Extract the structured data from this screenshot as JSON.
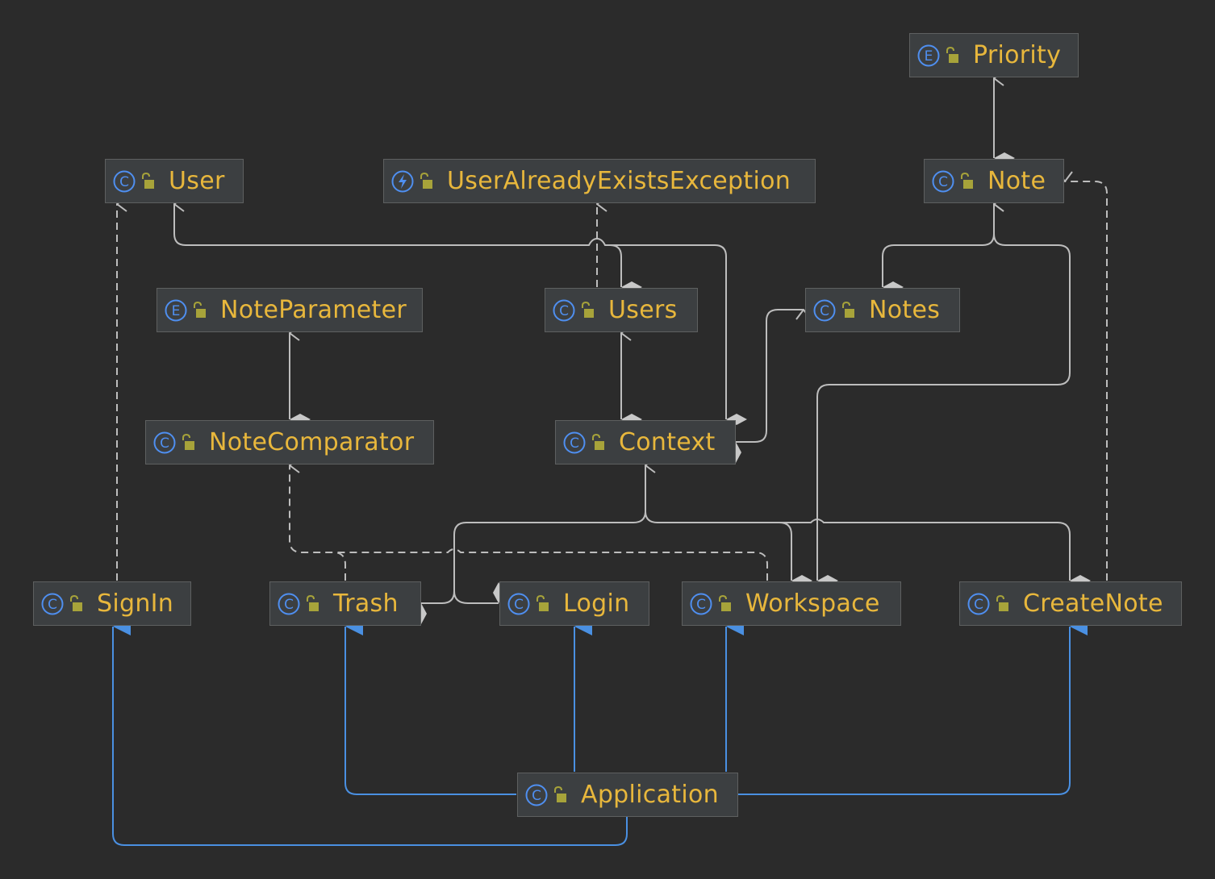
{
  "diagram": {
    "colors": {
      "background": "#2b2b2b",
      "node_fill": "#3c3f41",
      "node_border": "#5e6060",
      "label": "#e8b73c",
      "kind_icon": "#4f8ff0",
      "lock_icon": "#a7a33a",
      "edge": "#bdbdbd",
      "inheritance_edge": "#4a90e2"
    },
    "nodes": {
      "priority": {
        "label": "Priority",
        "kind": "enum",
        "kind_letter": "E"
      },
      "user": {
        "label": "User",
        "kind": "class",
        "kind_letter": "C"
      },
      "user_already_exists_exception": {
        "label": "UserAlreadyExistsException",
        "kind": "exception",
        "kind_letter": ""
      },
      "note": {
        "label": "Note",
        "kind": "class",
        "kind_letter": "C"
      },
      "note_parameter": {
        "label": "NoteParameter",
        "kind": "enum",
        "kind_letter": "E"
      },
      "users": {
        "label": "Users",
        "kind": "class",
        "kind_letter": "C"
      },
      "notes": {
        "label": "Notes",
        "kind": "class",
        "kind_letter": "C"
      },
      "note_comparator": {
        "label": "NoteComparator",
        "kind": "class",
        "kind_letter": "C"
      },
      "context": {
        "label": "Context",
        "kind": "class",
        "kind_letter": "C"
      },
      "sign_in": {
        "label": "SignIn",
        "kind": "class",
        "kind_letter": "C"
      },
      "trash": {
        "label": "Trash",
        "kind": "class",
        "kind_letter": "C"
      },
      "login": {
        "label": "Login",
        "kind": "class",
        "kind_letter": "C"
      },
      "workspace": {
        "label": "Workspace",
        "kind": "class",
        "kind_letter": "C"
      },
      "create_note": {
        "label": "CreateNote",
        "kind": "class",
        "kind_letter": "C"
      },
      "application": {
        "label": "Application",
        "kind": "class",
        "kind_letter": "C"
      }
    },
    "relations": [
      {
        "from": "Note",
        "to": "Priority",
        "type": "composition"
      },
      {
        "from": "Notes",
        "to": "Note",
        "type": "composition"
      },
      {
        "from": "Workspace",
        "to": "Note",
        "type": "composition"
      },
      {
        "from": "CreateNote",
        "to": "Note",
        "type": "dependency"
      },
      {
        "from": "Users",
        "to": "User",
        "type": "composition"
      },
      {
        "from": "Context",
        "to": "User",
        "type": "composition"
      },
      {
        "from": "Users",
        "to": "UserAlreadyExistsException",
        "type": "dependency"
      },
      {
        "from": "SignIn",
        "to": "User",
        "type": "dependency"
      },
      {
        "from": "NoteComparator",
        "to": "NoteParameter",
        "type": "composition"
      },
      {
        "from": "Context",
        "to": "Users",
        "type": "composition"
      },
      {
        "from": "Context",
        "to": "Notes",
        "type": "composition"
      },
      {
        "from": "Trash",
        "to": "NoteComparator",
        "type": "dependency"
      },
      {
        "from": "Workspace",
        "to": "NoteComparator",
        "type": "dependency"
      },
      {
        "from": "Trash",
        "to": "Context",
        "type": "composition"
      },
      {
        "from": "Login",
        "to": "Context",
        "type": "composition"
      },
      {
        "from": "Workspace",
        "to": "Context",
        "type": "composition"
      },
      {
        "from": "CreateNote",
        "to": "Context",
        "type": "composition"
      },
      {
        "from": "Application",
        "to": "SignIn",
        "type": "inheritance"
      },
      {
        "from": "Application",
        "to": "Trash",
        "type": "inheritance"
      },
      {
        "from": "Application",
        "to": "Login",
        "type": "inheritance"
      },
      {
        "from": "Application",
        "to": "Workspace",
        "type": "inheritance"
      },
      {
        "from": "Application",
        "to": "CreateNote",
        "type": "inheritance"
      }
    ]
  }
}
